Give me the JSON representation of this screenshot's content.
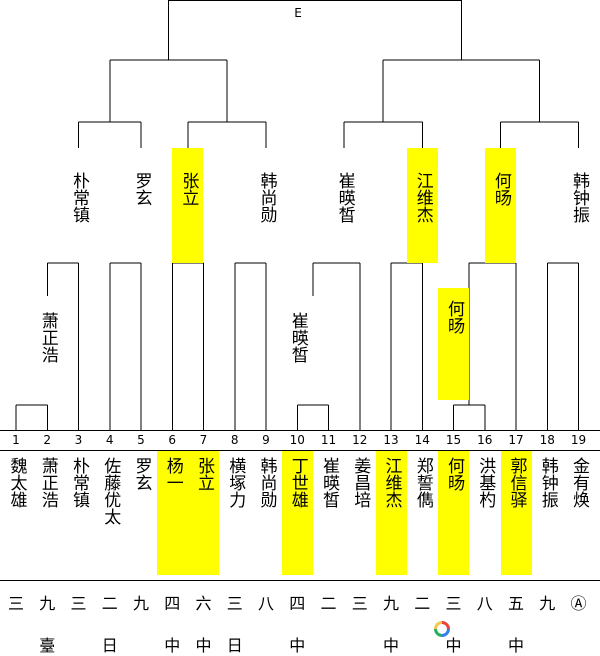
{
  "title": "E",
  "players": [
    {
      "seed": "1",
      "name": "魏太雄",
      "score": "三",
      "region": "",
      "highlight": false
    },
    {
      "seed": "2",
      "name": "萧正浩",
      "score": "九",
      "region": "臺",
      "highlight": false
    },
    {
      "seed": "3",
      "name": "朴常镇",
      "score": "三",
      "region": "",
      "highlight": false
    },
    {
      "seed": "4",
      "name": "佐藤优太",
      "score": "二",
      "region": "日",
      "highlight": false
    },
    {
      "seed": "5",
      "name": "罗玄",
      "score": "九",
      "region": "",
      "highlight": false
    },
    {
      "seed": "6",
      "name": "杨一",
      "score": "四",
      "region": "中",
      "highlight": true
    },
    {
      "seed": "7",
      "name": "张立",
      "score": "六",
      "region": "中",
      "highlight": true
    },
    {
      "seed": "8",
      "name": "横塚力",
      "score": "三",
      "region": "日",
      "highlight": false
    },
    {
      "seed": "9",
      "name": "韩尚勋",
      "score": "八",
      "region": "",
      "highlight": false
    },
    {
      "seed": "10",
      "name": "丁世雄",
      "score": "四",
      "region": "中",
      "highlight": true
    },
    {
      "seed": "11",
      "name": "崔暎皙",
      "score": "二",
      "region": "",
      "highlight": false
    },
    {
      "seed": "12",
      "name": "姜昌培",
      "score": "三",
      "region": "",
      "highlight": false
    },
    {
      "seed": "13",
      "name": "江维杰",
      "score": "九",
      "region": "中",
      "highlight": true
    },
    {
      "seed": "14",
      "name": "郑誓儁",
      "score": "二",
      "region": "",
      "highlight": false
    },
    {
      "seed": "15",
      "name": "何旸",
      "score": "三",
      "region": "中",
      "highlight": true
    },
    {
      "seed": "16",
      "name": "洪基杓",
      "score": "八",
      "region": "",
      "highlight": false
    },
    {
      "seed": "17",
      "name": "郭信驿",
      "score": "五",
      "region": "中",
      "highlight": true
    },
    {
      "seed": "18",
      "name": "韩钟振",
      "score": "九",
      "region": "",
      "highlight": false
    },
    {
      "seed": "19",
      "name": "金有焕",
      "score": "Ⓐ",
      "region": "",
      "highlight": false
    }
  ],
  "round1_winners": [
    {
      "name": "萧正浩",
      "highlight": false
    },
    {
      "name": "崔暎皙",
      "highlight": false
    },
    {
      "name": "何旸",
      "highlight": true
    }
  ],
  "round2_winners": [
    {
      "name": "朴常镇",
      "highlight": false
    },
    {
      "name": "罗玄",
      "highlight": false
    },
    {
      "name": "张立",
      "highlight": true
    },
    {
      "name": "韩尚勋",
      "highlight": false
    },
    {
      "name": "崔暎皙",
      "highlight": false
    },
    {
      "name": "江维杰",
      "highlight": true
    },
    {
      "name": "何旸",
      "highlight": true
    },
    {
      "name": "韩钟振",
      "highlight": false
    }
  ]
}
